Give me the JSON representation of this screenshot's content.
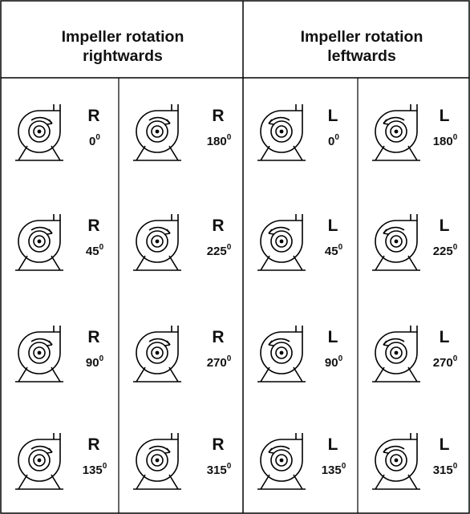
{
  "headers": [
    "Impeller rotation rightwards",
    "Impeller rotation leftwards"
  ],
  "cells": [
    {
      "dir": "R",
      "angle": "0",
      "deg": "0",
      "rot": "cw"
    },
    {
      "dir": "R",
      "angle": "180",
      "deg": "0",
      "rot": "cw"
    },
    {
      "dir": "L",
      "angle": "0",
      "deg": "0",
      "rot": "ccw"
    },
    {
      "dir": "L",
      "angle": "180",
      "deg": "0",
      "rot": "ccw"
    },
    {
      "dir": "R",
      "angle": "45",
      "deg": "0",
      "rot": "cw"
    },
    {
      "dir": "R",
      "angle": "225",
      "deg": "0",
      "rot": "cw"
    },
    {
      "dir": "L",
      "angle": "45",
      "deg": "0",
      "rot": "ccw"
    },
    {
      "dir": "L",
      "angle": "225",
      "deg": "0",
      "rot": "ccw"
    },
    {
      "dir": "R",
      "angle": "90",
      "deg": "0",
      "rot": "cw"
    },
    {
      "dir": "R",
      "angle": "270",
      "deg": "0",
      "rot": "cw"
    },
    {
      "dir": "L",
      "angle": "90",
      "deg": "0",
      "rot": "ccw"
    },
    {
      "dir": "L",
      "angle": "270",
      "deg": "0",
      "rot": "ccw"
    },
    {
      "dir": "R",
      "angle": "135",
      "deg": "0",
      "rot": "cw"
    },
    {
      "dir": "R",
      "angle": "315",
      "deg": "0",
      "rot": "cw"
    },
    {
      "dir": "L",
      "angle": "135",
      "deg": "0",
      "rot": "ccw"
    },
    {
      "dir": "L",
      "angle": "315",
      "deg": "0",
      "rot": "ccw"
    }
  ]
}
